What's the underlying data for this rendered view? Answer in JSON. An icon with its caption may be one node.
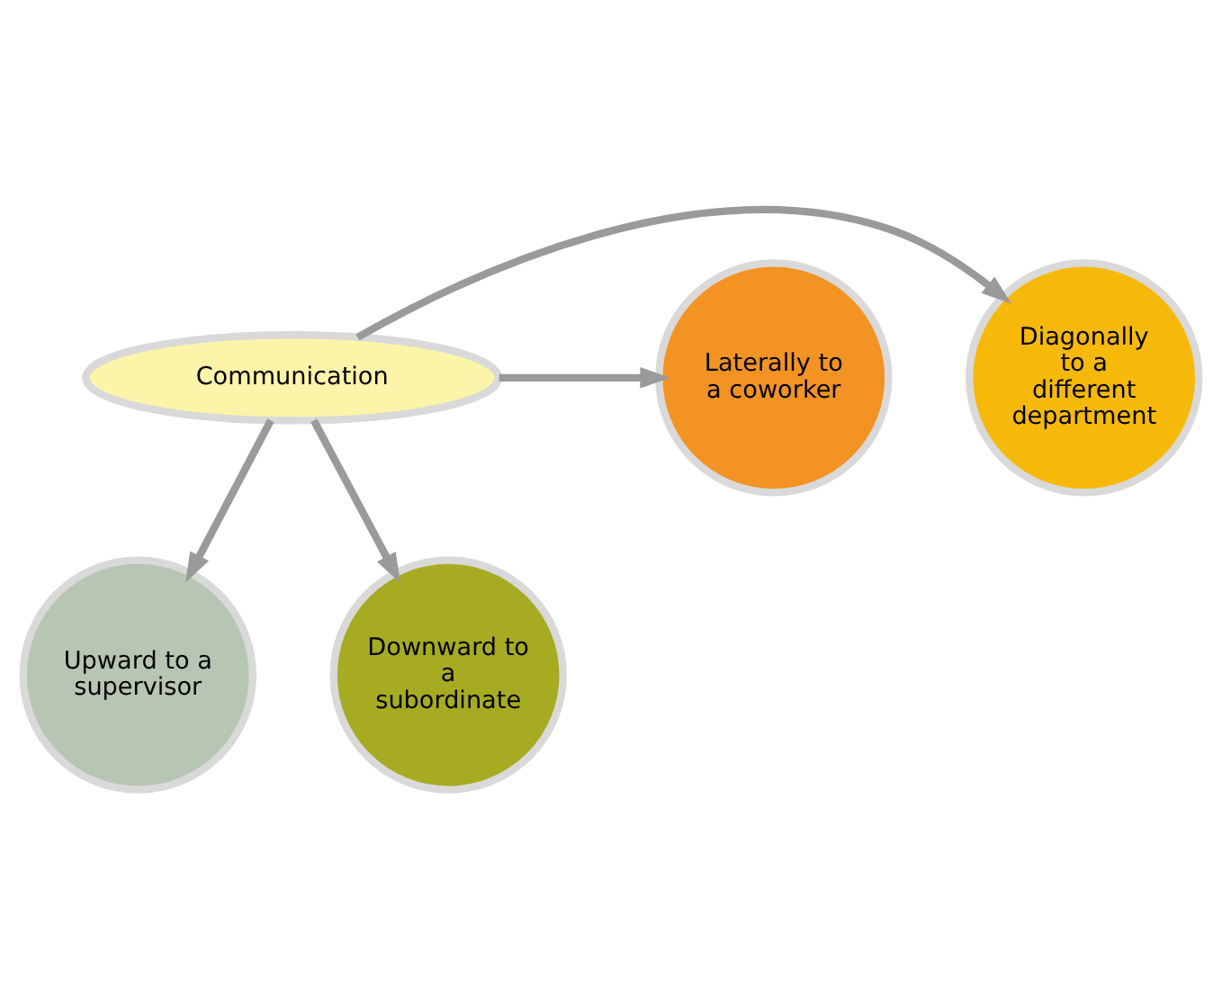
{
  "diagram": {
    "nodes": [
      {
        "text": [
          "Upward to a supervisor"
        ]
      },
      {
        "text": [
          "Diagonally to a different department"
        ]
      },
      {
        "text": [
          "Communication"
        ]
      },
      {
        "text": [
          "Laterally to a coworker"
        ]
      },
      {
        "text": [
          "Downward to a subordinate"
        ]
      }
    ],
    "edges": [
      {
        "from": 2,
        "to": 0,
        "arrow": "to"
      },
      {
        "from": 2,
        "to": 1,
        "arrow": "to"
      },
      {
        "from": 2,
        "to": 3,
        "arrow": "to"
      },
      {
        "from": 2,
        "to": 4,
        "arrow": "to"
      }
    ]
  }
}
